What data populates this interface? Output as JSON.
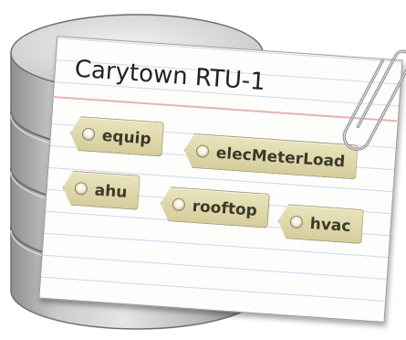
{
  "note": {
    "title": "Carytown RTU-1"
  },
  "tags": [
    {
      "label": "equip"
    },
    {
      "label": "elecMeterLoad"
    },
    {
      "label": "ahu"
    },
    {
      "label": "rooftop"
    },
    {
      "label": "hvac"
    }
  ],
  "colors": {
    "database": "#bfc0c2",
    "database_shadow": "#8e8f91",
    "tag_fill": "#ddd5a8",
    "tag_border": "#a39b73",
    "paperclip": "#9a9ea3"
  },
  "icons": [
    "database-icon",
    "paperclip-icon"
  ]
}
